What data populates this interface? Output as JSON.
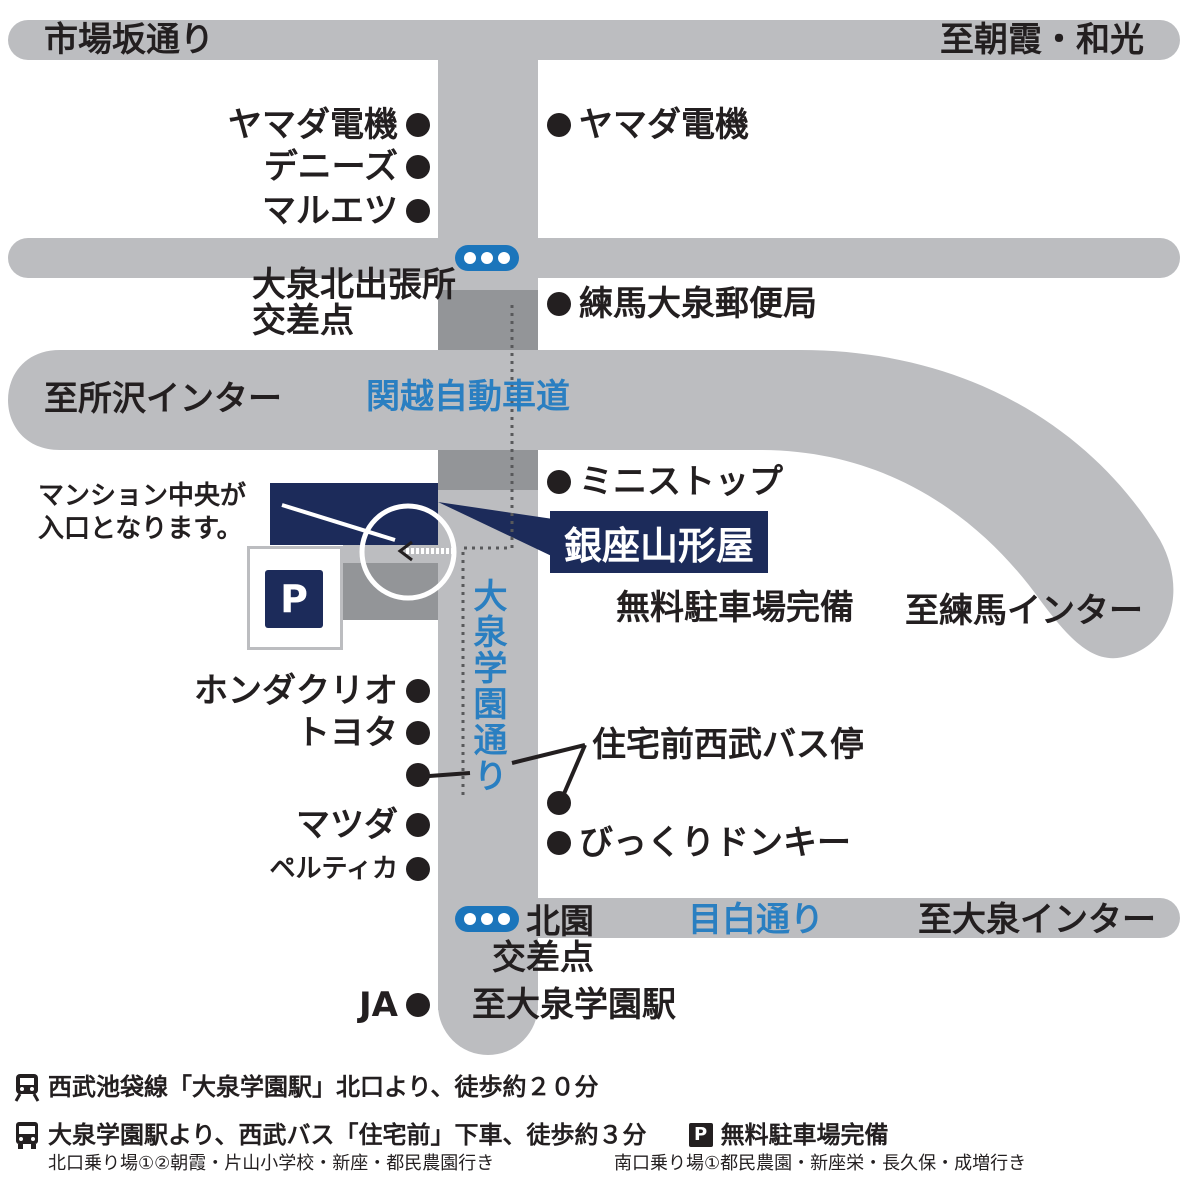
{
  "roads": {
    "top": "市場坂通り",
    "top_dest": "至朝霞・和光",
    "expressway": "関越自動車道",
    "expressway_west": "至所沢インター",
    "expressway_east": "至練馬インター",
    "gakuen": "大泉学園通り",
    "mejiro": "目白通り",
    "mejiro_dest": "至大泉インター",
    "south_dest": "至大泉学園駅"
  },
  "intersections": {
    "north": "大泉北出張所\n交差点",
    "south": "北園\n交差点"
  },
  "poi_left": [
    {
      "label": "ヤマダ電機"
    },
    {
      "label": "デニーズ"
    },
    {
      "label": "マルエツ"
    },
    {
      "label": "ホンダクリオ"
    },
    {
      "label": "トヨタ"
    },
    {
      "label": "マツダ"
    },
    {
      "label": "ペルティカ"
    },
    {
      "label": "JA"
    }
  ],
  "poi_right": [
    {
      "label": "ヤマダ電機"
    },
    {
      "label": "練馬大泉郵便局"
    },
    {
      "label": "ミニストップ"
    },
    {
      "label": "びっくりドンキー"
    }
  ],
  "shop": {
    "name": "銀座山形屋",
    "entrance_note": "マンション中央が\n入口となります。",
    "parking_icon": "P",
    "parking_note": "無料駐車場完備"
  },
  "bus_stop": "住宅前西武バス停",
  "footer": {
    "train_text": "西武池袋線「大泉学園駅」北口より、徒歩約２０分",
    "bus_text": "大泉学園駅より、西武バス「住宅前」下車、徒歩約３分",
    "parking_icon": "P",
    "parking_text": "無料駐車場完備",
    "north_exit": "北口乗り場①②朝霞・片山小学校・新座・都民農園行き",
    "south_exit": "南口乗り場①都民農園・新座栄・長久保・成増行き"
  },
  "colors": {
    "road": "#bcbdc0",
    "road_dark": "#939598",
    "accent_blue": "#2a7fc1",
    "navy": "#1c2b5a",
    "signal": "#1b75bb"
  },
  "icons": [
    "train-icon",
    "bus-icon",
    "parking-icon",
    "traffic-signal-icon"
  ]
}
